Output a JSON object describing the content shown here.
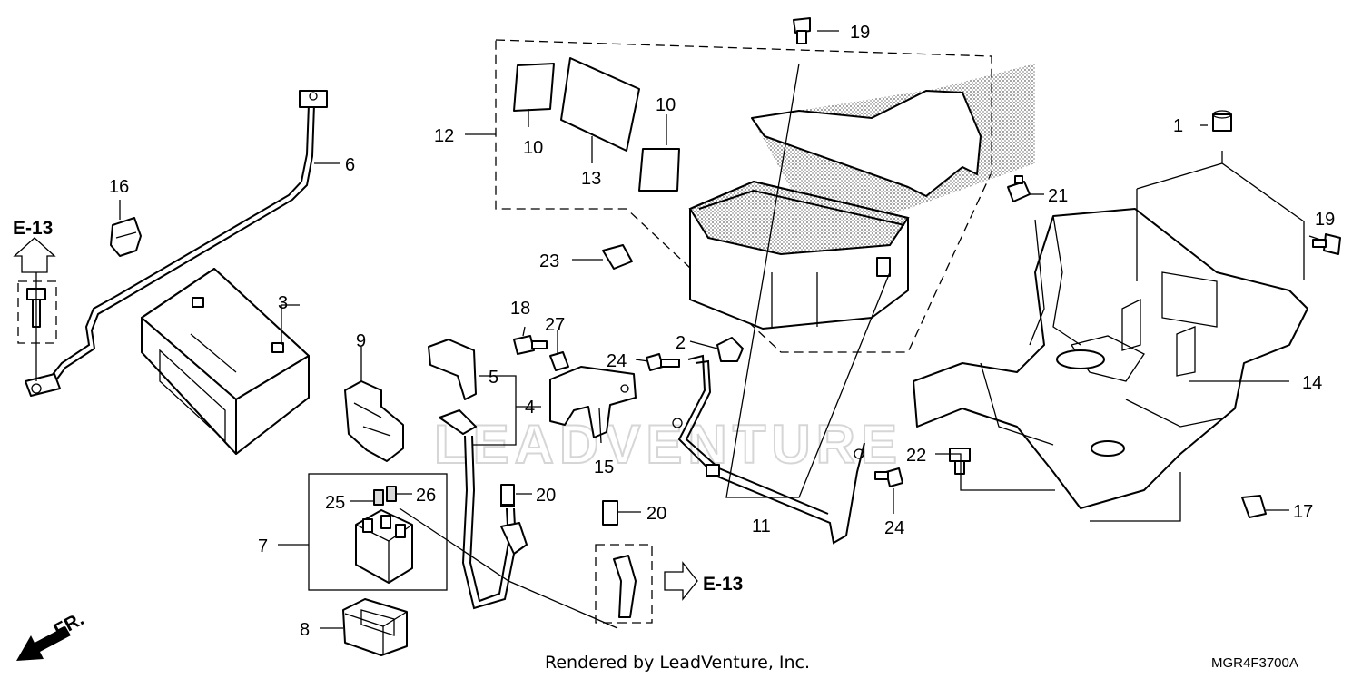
{
  "diagram": {
    "footer_credit": "Rendered by LeadVenture, Inc.",
    "diagram_code": "MGR4F3700A",
    "watermark": "LEADVENTURE",
    "ref_left": "E-13",
    "ref_right": "E-13",
    "front_label": "FR.",
    "callouts": [
      {
        "id": "c1",
        "text": "1"
      },
      {
        "id": "c2",
        "text": "2"
      },
      {
        "id": "c3",
        "text": "3"
      },
      {
        "id": "c4",
        "text": "4"
      },
      {
        "id": "c5",
        "text": "5"
      },
      {
        "id": "c6",
        "text": "6"
      },
      {
        "id": "c7",
        "text": "7"
      },
      {
        "id": "c8",
        "text": "8"
      },
      {
        "id": "c9",
        "text": "9"
      },
      {
        "id": "c10a",
        "text": "10"
      },
      {
        "id": "c10b",
        "text": "10"
      },
      {
        "id": "c11",
        "text": "11"
      },
      {
        "id": "c12",
        "text": "12"
      },
      {
        "id": "c13",
        "text": "13"
      },
      {
        "id": "c14",
        "text": "14"
      },
      {
        "id": "c15",
        "text": "15"
      },
      {
        "id": "c16",
        "text": "16"
      },
      {
        "id": "c17",
        "text": "17"
      },
      {
        "id": "c18",
        "text": "18"
      },
      {
        "id": "c19a",
        "text": "19"
      },
      {
        "id": "c19b",
        "text": "19"
      },
      {
        "id": "c20a",
        "text": "20"
      },
      {
        "id": "c20b",
        "text": "20"
      },
      {
        "id": "c21",
        "text": "21"
      },
      {
        "id": "c22",
        "text": "22"
      },
      {
        "id": "c23",
        "text": "23"
      },
      {
        "id": "c24a",
        "text": "24"
      },
      {
        "id": "c24b",
        "text": "24"
      },
      {
        "id": "c25",
        "text": "25"
      },
      {
        "id": "c26",
        "text": "26"
      },
      {
        "id": "c27",
        "text": "27"
      }
    ]
  }
}
